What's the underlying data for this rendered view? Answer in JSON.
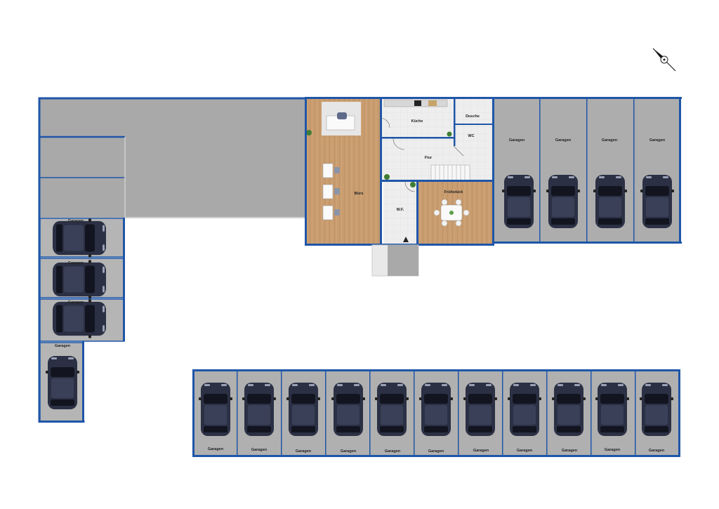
{
  "rooms": {
    "buero": "Büro",
    "kueche": "Küche",
    "dusche": "Dusche",
    "wc": "WC",
    "flur": "Flur",
    "fruehstueck": "Frühstück",
    "wf": "W.F."
  },
  "garage_label": "Garagen",
  "colors": {
    "wall": "#1f56a8",
    "garage_floor": "#adadad",
    "wood": "#c79a6d",
    "tile": "#ececec",
    "car": "#2b3044"
  },
  "icons": {
    "compass": "compass-icon",
    "car": "car-icon",
    "entrance": "entrance-arrow-icon"
  }
}
